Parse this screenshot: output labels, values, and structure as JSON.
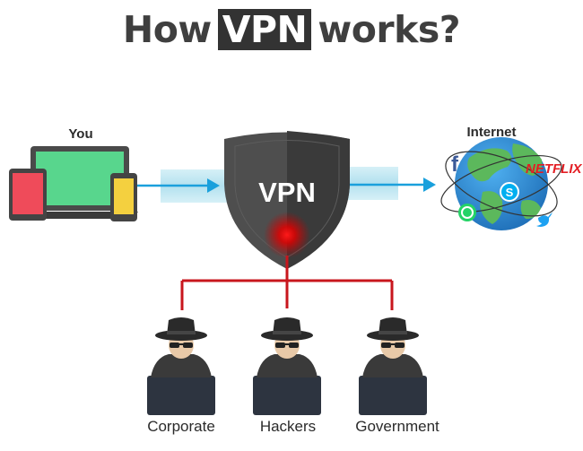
{
  "title": {
    "before": "How",
    "highlight": "VPN",
    "after": "works?"
  },
  "labels": {
    "you": "You",
    "internet": "Internet",
    "vpn": "VPN",
    "netflix": "NETFLIX",
    "facebook": "f"
  },
  "observers": [
    {
      "label": "Corporate"
    },
    {
      "label": "Hackers"
    },
    {
      "label": "Government"
    }
  ],
  "colors": {
    "shield_dark": "#3c3c3c",
    "shield_light": "#4e4e4e",
    "tunnel": "#bfe6f2",
    "arrow": "#1aa0dc",
    "connector": "#c8161d",
    "laptop_screen": "#58d68d",
    "tablet_screen": "#ef4b5a",
    "phone_screen": "#f4d03f",
    "ocean": "#2f8fd8",
    "land": "#5cb85c",
    "netflix": "#e31e24"
  },
  "icons": [
    "laptop-icon",
    "tablet-icon",
    "phone-icon",
    "globe-icon",
    "facebook-icon",
    "skype-icon",
    "whatsapp-icon",
    "twitter-icon",
    "shield-icon",
    "spy-icon"
  ]
}
